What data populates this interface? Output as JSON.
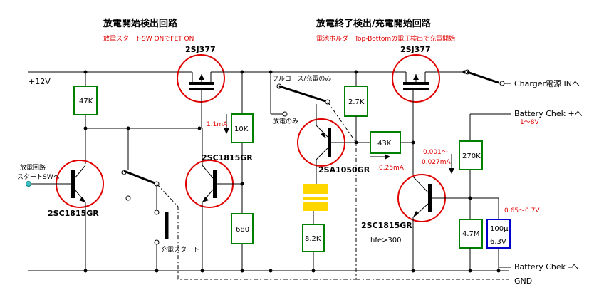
{
  "titles": {
    "left": "放電開始検出回路",
    "right": "放電終了検出/充電開始回路"
  },
  "notes": {
    "left": "放電スタートSW ONでFET ON",
    "right": "電池ホルダーTop-Bottomの電圧検出で充電開始"
  },
  "rails": {
    "plus12v": "+12V",
    "gnd": "GND",
    "charger_in": "Charger電源 INへ",
    "batt_plus": "Battery Chek +へ",
    "batt_minus": "Battery Chek -へ"
  },
  "components": {
    "fet_left": "2SJ377",
    "fet_right": "2SJ377",
    "q_input": "2SC1815GR",
    "q_mid": "2SC1815GR",
    "q_pnp": "2SA1050GR",
    "q_right": "2SC1815GR",
    "r_47k": "47K",
    "r_10k": "10K",
    "r_680": "680",
    "r_2k7": "2.7K",
    "r_8k2": "8.2K",
    "r_43k": "43K",
    "r_270k": "270K",
    "r_4m7": "4.7M",
    "cap_line1": "100μ",
    "cap_line2": "6.3V"
  },
  "labels": {
    "input_line1": "放電回路",
    "input_line2": "スタートSWへ",
    "sw_full_charge": "フルコース/充電のみ",
    "sw_discharge_only": "放電のみ",
    "pb_start": "充電スタート",
    "hfe": "hfe>300"
  },
  "values": {
    "i_1ma": "1.1mA",
    "i_025ma": "0.25mA",
    "i_range_line1": "0.001～",
    "i_range_line2": "0.027mA",
    "v_batt_range": "1～8V",
    "v_be_range": "0.65～0.7V"
  },
  "colors": {
    "transistor_outline": "#e00000",
    "resistor_outline": "#008000",
    "capacitor_outline": "#0000cc",
    "led_fill": "#ffd700",
    "annotation_text": "#e00000"
  }
}
